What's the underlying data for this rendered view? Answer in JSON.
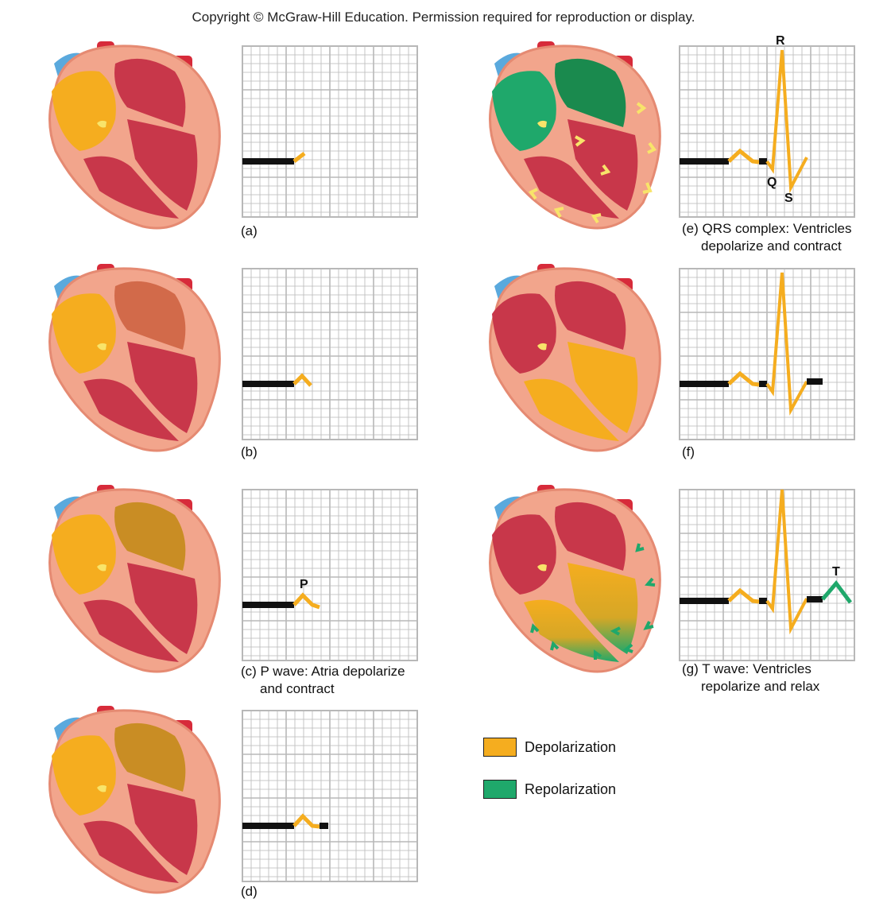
{
  "copyright": "Copyright © McGraw-Hill Education. Permission required for reproduction or display.",
  "colors": {
    "depolarization": "#f5ad1f",
    "repolarization": "#1fa86b",
    "myocardium": "#f2a58c",
    "chamber": "#c8374a",
    "vessel_red": "#d72b3a",
    "vessel_blue": "#5aa9dd",
    "grid": "#b8b8b8",
    "baseline": "#111111"
  },
  "panels": [
    {
      "id": "a",
      "caption_line1": "(a)",
      "caption_line2": ""
    },
    {
      "id": "b",
      "caption_line1": "(b)",
      "caption_line2": ""
    },
    {
      "id": "c",
      "caption_line1": "(c) P wave: Atria depolarize",
      "caption_line2": "and contract"
    },
    {
      "id": "d",
      "caption_line1": "(d)",
      "caption_line2": ""
    },
    {
      "id": "e",
      "caption_line1": "(e) QRS complex: Ventricles",
      "caption_line2": "depolarize and contract"
    },
    {
      "id": "f",
      "caption_line1": "(f)",
      "caption_line2": ""
    },
    {
      "id": "g",
      "caption_line1": "(g) T wave: Ventricles",
      "caption_line2": "repolarize and relax"
    }
  ],
  "wave_labels": {
    "p": "P",
    "q": "Q",
    "r": "R",
    "s": "S",
    "t": "T"
  },
  "legend": [
    {
      "label": "Depolarization",
      "color": "#f5ad1f"
    },
    {
      "label": "Repolarization",
      "color": "#1fa86b"
    }
  ]
}
